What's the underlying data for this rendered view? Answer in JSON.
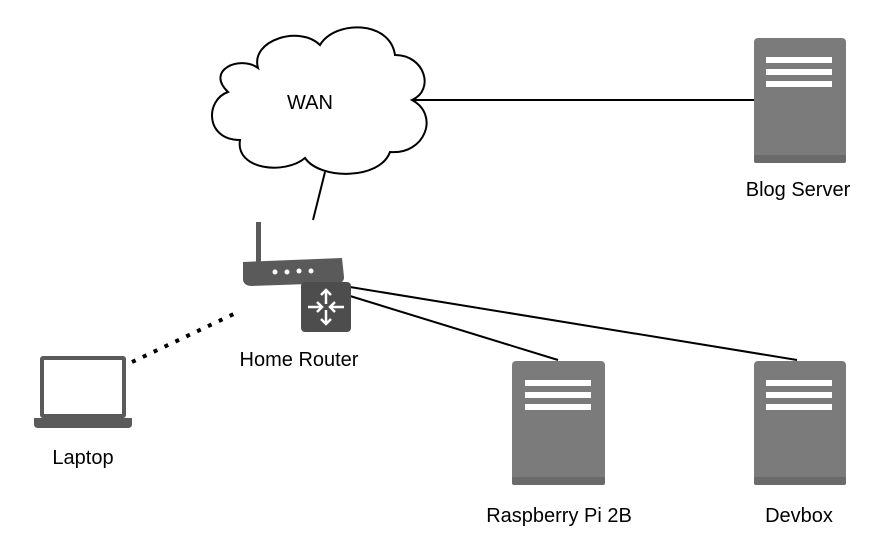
{
  "diagram": {
    "nodes": {
      "wan": {
        "label": "WAN",
        "icon": "cloud-icon"
      },
      "blog_server": {
        "label": "Blog Server",
        "icon": "server-icon"
      },
      "home_router": {
        "label": "Home Router",
        "icon": "router-icon"
      },
      "laptop": {
        "label": "Laptop",
        "icon": "laptop-icon"
      },
      "raspberry_pi": {
        "label": "Raspberry Pi 2B",
        "icon": "server-icon"
      },
      "devbox": {
        "label": "Devbox",
        "icon": "server-icon"
      }
    },
    "links": [
      {
        "from": "wan",
        "to": "blog_server",
        "style": "solid"
      },
      {
        "from": "wan",
        "to": "home_router",
        "style": "solid"
      },
      {
        "from": "home_router",
        "to": "raspberry_pi",
        "style": "solid"
      },
      {
        "from": "home_router",
        "to": "devbox",
        "style": "solid"
      },
      {
        "from": "home_router",
        "to": "laptop",
        "style": "dotted"
      }
    ],
    "colors": {
      "server_body": "#7b7b7b",
      "server_stripe": "#ffffff",
      "router_body": "#5a5a5a",
      "switch_body": "#4d4d4d",
      "line": "#000000",
      "cloud_fill": "#ffffff",
      "cloud_stroke": "#000000"
    }
  }
}
